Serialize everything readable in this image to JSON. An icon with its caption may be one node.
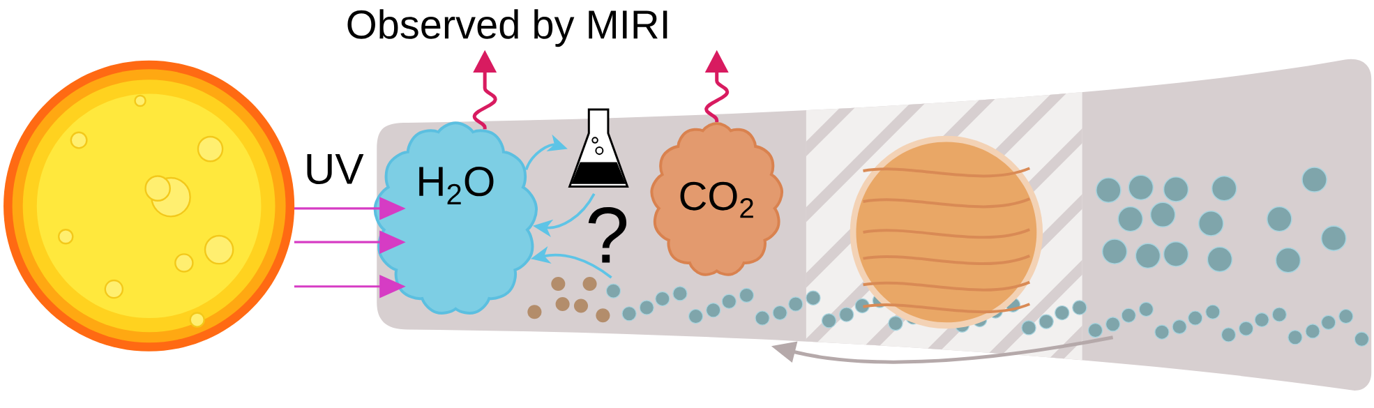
{
  "diagram": {
    "nodes": [
      {
        "text": [],
        "shape": "picture"
      },
      {
        "text": [
          "H$_{2}$O"
        ]
      },
      {
        "text": [],
        "shape": "picture"
      },
      {
        "text": [
          "CO$_{2}$"
        ]
      },
      {
        "text": [
          "Observed by MIRI"
        ]
      },
      {
        "text": [],
        "shape": "picture"
      }
    ],
    "edges": [
      {
        "from": 0,
        "to": 1,
        "arrow": "to",
        "color": "#d63cc4"
      },
      {
        "from": 0,
        "to": 1,
        "arrow": "to",
        "color": "#d63cc4"
      },
      {
        "from": 0,
        "to": 1,
        "arrow": "to",
        "color": "#d63cc4"
      },
      {
        "from": 1,
        "to": 4,
        "arrow": "to",
        "color": "#d81b60"
      },
      {
        "from": 3,
        "to": 4,
        "arrow": "to",
        "color": "#d81b60"
      },
      {
        "from": 1,
        "to": 2,
        "arrow": "to",
        "color": "#5ec4e6"
      },
      {
        "from": 2,
        "to": 1,
        "arrow": "to",
        "color": "#5ec4e6"
      },
      {
        "from": 5,
        "to": 1,
        "arrow": "to",
        "color": "#5ec4e6"
      }
    ],
    "labels": [
      "UV",
      "?"
    ]
  }
}
